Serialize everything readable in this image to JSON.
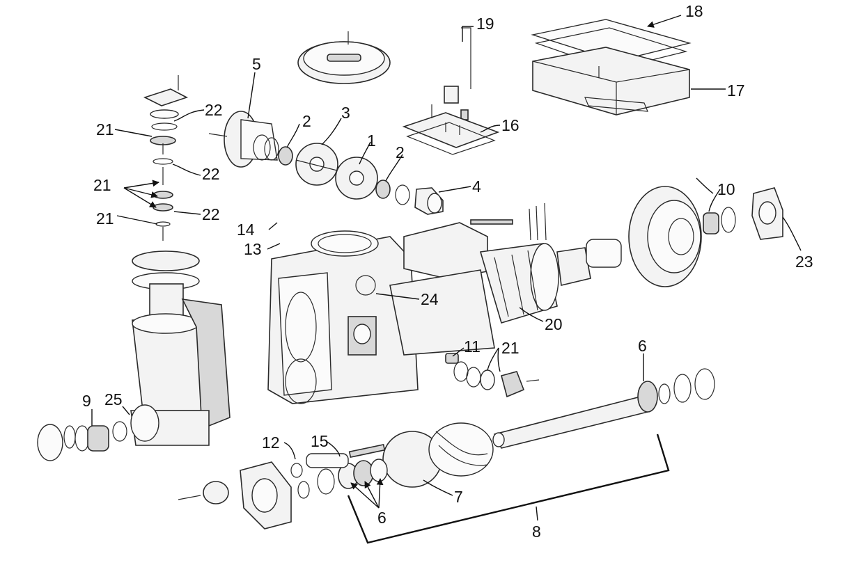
{
  "callouts": [
    {
      "id": "c1",
      "text": "1"
    },
    {
      "id": "c2a",
      "text": "2"
    },
    {
      "id": "c2b",
      "text": "2"
    },
    {
      "id": "c3",
      "text": "3"
    },
    {
      "id": "c4",
      "text": "4"
    },
    {
      "id": "c5",
      "text": "5"
    },
    {
      "id": "c6a",
      "text": "6"
    },
    {
      "id": "c6b",
      "text": "6"
    },
    {
      "id": "c7",
      "text": "7"
    },
    {
      "id": "c8",
      "text": "8"
    },
    {
      "id": "c9",
      "text": "9"
    },
    {
      "id": "c10",
      "text": "10"
    },
    {
      "id": "c11",
      "text": "11"
    },
    {
      "id": "c12",
      "text": "12"
    },
    {
      "id": "c13",
      "text": "13"
    },
    {
      "id": "c14",
      "text": "14"
    },
    {
      "id": "c15",
      "text": "15"
    },
    {
      "id": "c16",
      "text": "16"
    },
    {
      "id": "c17",
      "text": "17"
    },
    {
      "id": "c18",
      "text": "18"
    },
    {
      "id": "c19",
      "text": "19"
    },
    {
      "id": "c20",
      "text": "20"
    },
    {
      "id": "c21a",
      "text": "21"
    },
    {
      "id": "c21b",
      "text": "21"
    },
    {
      "id": "c21c",
      "text": "21"
    },
    {
      "id": "c21d",
      "text": "21"
    },
    {
      "id": "c22a",
      "text": "22"
    },
    {
      "id": "c22b",
      "text": "22"
    },
    {
      "id": "c22c",
      "text": "22"
    },
    {
      "id": "c23",
      "text": "23"
    },
    {
      "id": "c24",
      "text": "24"
    },
    {
      "id": "c25",
      "text": "25"
    }
  ]
}
